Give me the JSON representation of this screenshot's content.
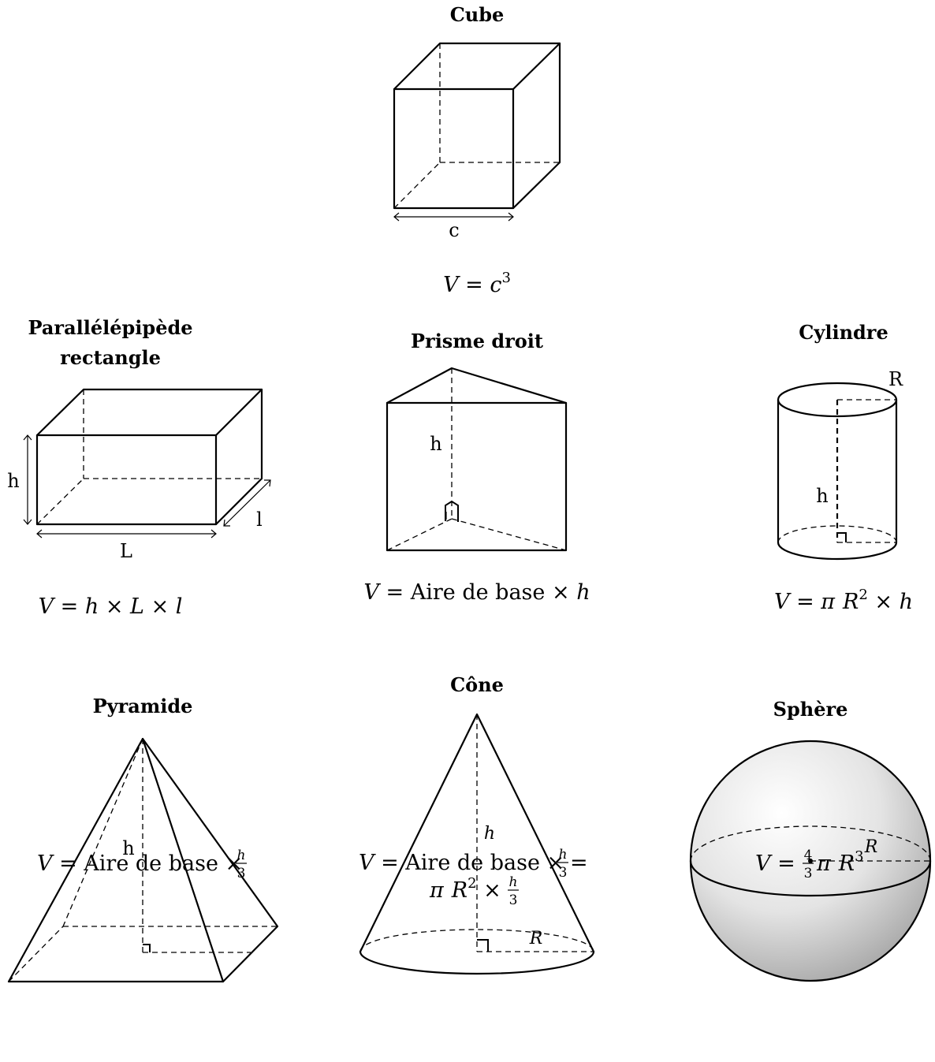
{
  "shapes": {
    "cube": {
      "title": "Cube",
      "dim_c": "c",
      "formula": {
        "lhs": "V",
        "eq": " = ",
        "base": "c",
        "exp": "3"
      }
    },
    "parallelepiped": {
      "title_line1": "Parallélépipède",
      "title_line2": "rectangle",
      "dim_h": "h",
      "dim_l": "l",
      "dim_L": "L",
      "formula": {
        "v": "V",
        "eq": " = ",
        "h": "h",
        "times": " × ",
        "L": "L",
        "l": "l"
      }
    },
    "prism": {
      "title": "Prisme droit",
      "dim_h": "h",
      "formula": {
        "v": "V",
        "eq": " = ",
        "text": "Aire de base",
        "times": " × ",
        "h": "h"
      }
    },
    "cylinder": {
      "title": "Cylindre",
      "dim_R": "R",
      "dim_h": "h",
      "formula": {
        "v": "V",
        "eq": " = ",
        "pi": "π",
        "R": "R",
        "exp": "2",
        "times": " × ",
        "h": "h"
      }
    },
    "pyramid": {
      "title": "Pyramide",
      "dim_h": "h",
      "formula": {
        "v": "V",
        "eq": " = ",
        "text": "Aire de base",
        "times": " × ",
        "num": "h",
        "den": "3"
      }
    },
    "cone": {
      "title": "Cône",
      "dim_h": "h",
      "dim_R": "R",
      "formula": {
        "v": "V",
        "eq": " = ",
        "text": "Aire de base",
        "times": " × ",
        "num": "h",
        "den": "3",
        "eq2": " =",
        "pi": "π",
        "R": "R",
        "exp": "2",
        "num2": "h",
        "den2": "3"
      }
    },
    "sphere": {
      "title": "Sphère",
      "dim_R": "R",
      "formula": {
        "v": "V",
        "eq": " = ",
        "num": "4",
        "den": "3",
        "pi": "π",
        "R": "R",
        "exp": "3"
      }
    }
  }
}
